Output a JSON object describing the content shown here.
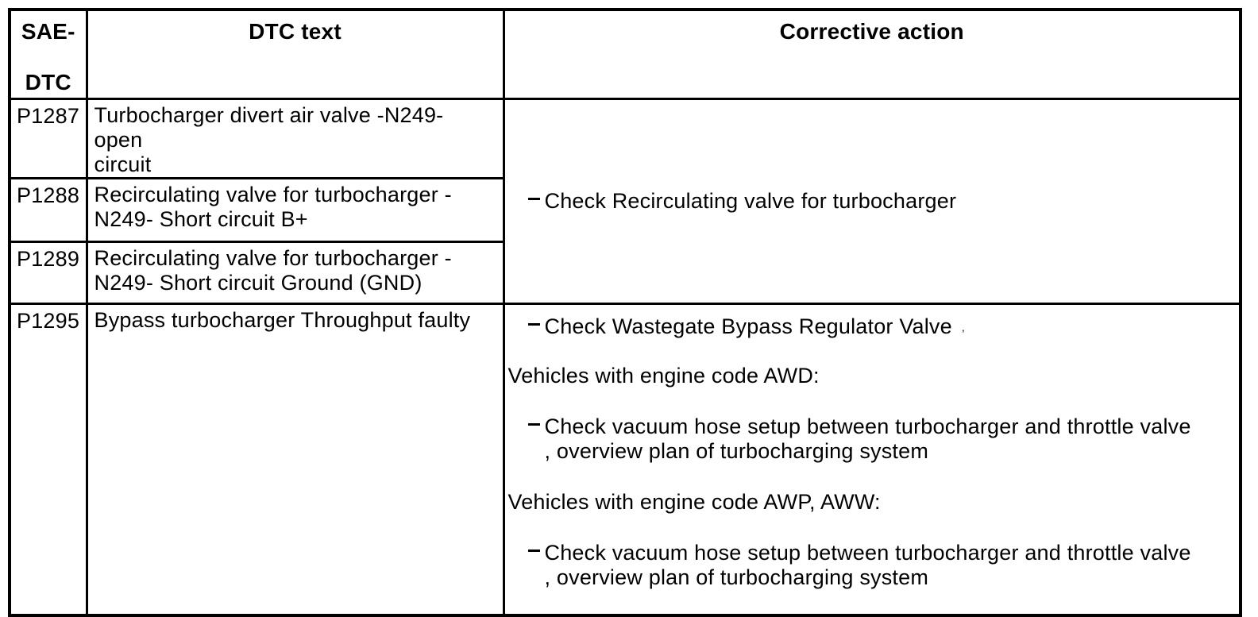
{
  "colors": {
    "border": "#000000",
    "text": "#000000",
    "background": "#ffffff"
  },
  "table": {
    "header": {
      "col_sae_line1": "SAE-",
      "col_sae_line2": "DTC",
      "col_dtc_text": "DTC text",
      "col_corrective": "Corrective action"
    },
    "group1": {
      "rows": [
        {
          "code": "P1287",
          "line1": "Turbocharger divert air valve -N249- open",
          "line2": "circuit"
        },
        {
          "code": "P1288",
          "line1": "Recirculating valve for turbocharger -",
          "line2": "N249- Short circuit B+"
        },
        {
          "code": "P1289",
          "line1": "Recirculating valve for turbocharger -",
          "line2": "N249- Short circuit Ground (GND)"
        }
      ],
      "corrective_bullet": "Check Recirculating valve for turbocharger"
    },
    "group2": {
      "code": "P1295",
      "dtc_text": "Bypass turbocharger Throughput faulty",
      "bullet_wastegate": "Check Wastegate Bypass Regulator Valve",
      "bullet_wastegate_mark": ",",
      "subheading_awd": "Vehicles with engine code AWD:",
      "bullet_awd_line1": "Check vacuum hose setup between turbocharger and throttle valve",
      "bullet_awd_line2": ", overview plan of turbocharging system",
      "subheading_awp_aww": "Vehicles with engine code AWP, AWW:",
      "bullet_awp_line1": "Check vacuum hose setup between turbocharger and throttle valve",
      "bullet_awp_line2": ", overview plan of turbocharging system"
    }
  }
}
